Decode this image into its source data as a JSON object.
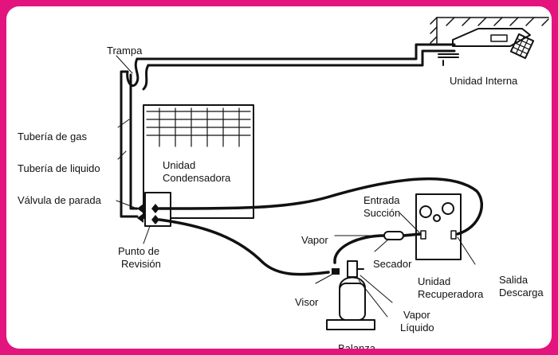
{
  "colors": {
    "border": "#e4147f",
    "background": "#ffffff",
    "line": "#111111"
  },
  "labels": {
    "trampa": "Trampa",
    "unidad_interna": "Unidad Interna",
    "tuberia_gas": "Tubería de gas",
    "tuberia_liquido": "Tubería de liquido",
    "valvula_parada": "Válvula de parada",
    "unidad_condensadora_1": "Unidad",
    "unidad_condensadora_2": "Condensadora",
    "punto_revision_1": "Punto de",
    "punto_revision_2": "Revisión",
    "entrada_succion_1": "Entrada",
    "entrada_succion_2": "Succión",
    "vapor_top": "Vapor",
    "secador": "Secador",
    "unidad_recuperadora_1": "Unidad",
    "unidad_recuperadora_2": "Recuperadora",
    "salida_descarga_1": "Salida",
    "salida_descarga_2": "Descarga",
    "visor": "Visor",
    "vapor_bottom": "Vapor",
    "liquido": "Líquido",
    "balanza": "Balanza"
  }
}
